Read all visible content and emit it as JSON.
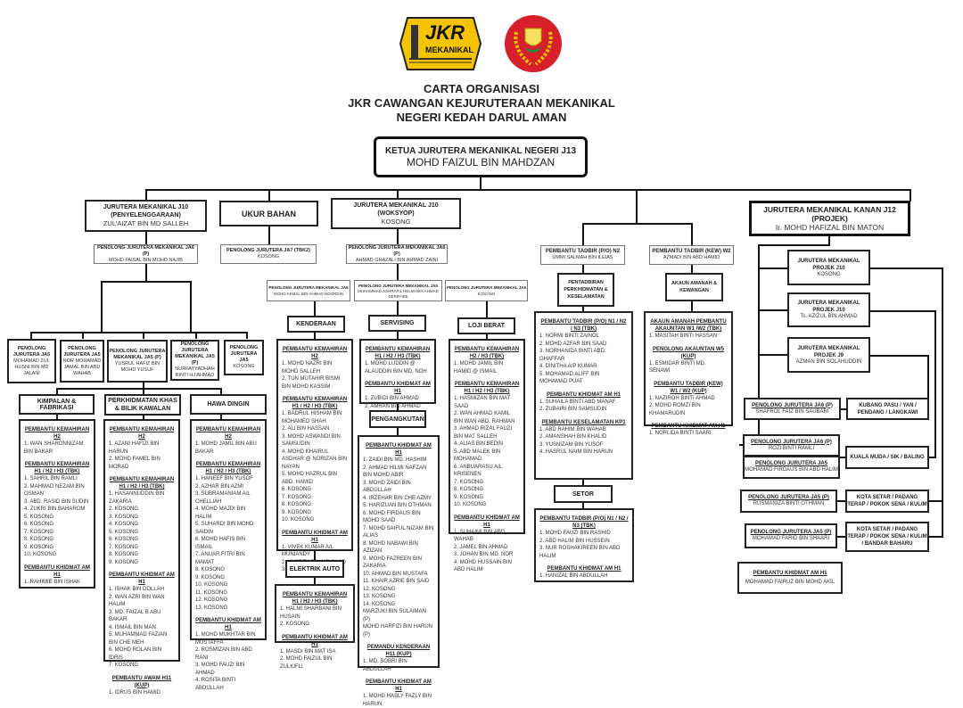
{
  "header": {
    "logo_jkr_text": "JKR",
    "logo_jkr_sub": "MEKANIKAL",
    "title_line1": "CARTA ORGANISASI",
    "title_line2": "JKR CAWANGAN KEJURUTERAAN MEKANIKAL",
    "title_line3": "NEGERI KEDAH DARUL AMAN"
  },
  "head": {
    "title": "KETUA JURUTERA MEKANIKAL NEGERI J13",
    "name": "MOHD FAIZUL BIN MAHDZAN"
  },
  "level2": {
    "penyelenggaraan": {
      "title1": "JURUTERA MEKANIKAL J10",
      "title2": "(PENYELENGGARAAN)",
      "name": "ZUL'AIZAT BIN MD SALLEH"
    },
    "ukur_bahan": {
      "title": "UKUR BAHAN"
    },
    "woksyop": {
      "title1": "JURUTERA MEKANIKAL J10",
      "title2": "(WOKSYOP)",
      "name": "KOSONG"
    },
    "projek": {
      "title1": "JURUTERA MEKANIKAL KANAN J12",
      "title2": "(PROJEK)",
      "name": "Ir. MOHD HAFIZAL BIN MATON"
    }
  },
  "pentadbiran": {
    "po": {
      "title": "PEMBANTU TADBIR (P/O) N2",
      "name": "UMMI SALMAH BIN ILEIAS"
    },
    "kew": {
      "title": "PEMBANTU TADBIR (KEW) W2",
      "name": "AZMADI BIN ABD HAMID"
    }
  },
  "penyelenggaraan_ja6": {
    "title": "PENOLONG JURUTERA MEKANIKAL JA6 (P)",
    "name": "MOHD FAISAL BIN MOHD NAJIB"
  },
  "ukur_ja7": {
    "title": "PENOLONG JURUTERA JA7 (TBK2)",
    "name": "KOSONG"
  },
  "woksyop_ja6": {
    "title": "PENOLONG JURUTERA MEKANIKAL JA6 (P)",
    "name": "AHMAD GHAZALI BIN AHMAD ZAINI"
  },
  "woksyop_ja5": [
    {
      "title": "PENOLONG JURUTERA MEKANIKAL JA5",
      "name": "MOHD AKMAL BIN AHMAD NOORDIN"
    },
    {
      "title": "PENOLONG JURUTERA MEKANIKAL JA5",
      "name": "MUHAMMAD ASHRAFIL HELMI BIN AHMAD DERIFAEE"
    },
    {
      "title": "PENOLONG JURUTERA MEKANIKAL JA5",
      "name": "KOSONG"
    }
  ],
  "ja5_row": [
    {
      "title": "PENOLONG JURUTERA JA5",
      "name": "MOHAMAD ZUL HUSNI BIN MD JALANI"
    },
    {
      "title": "PENOLONG JURUTERA JA5",
      "name": "NOR MOHAMAD JAMAL BIN ABD WAHAB"
    },
    {
      "title": "PENOLONG JURUTERA MEKANIKAL JA5 (P)",
      "name": "YUSRUL HAFIZ BIN MOHD YUSUF"
    },
    {
      "title": "PENOLONG JURUTERA MEKANIKAL JA5 (P)",
      "name": "NURFAYYADHAH BINTI HJ AHMAD"
    },
    {
      "title": "PENOLONG JURUTERA JA5",
      "name": "KOSONG"
    }
  ],
  "sections": {
    "kimpalan": "KIMPALAN & FABRIKASI",
    "perkhidmatan": "PERKHIDMATAN KHAS & BILIK KAWALAN",
    "hawa": "HAWA DINGIN",
    "kenderaan": "KENDERAAN",
    "servising": "SERVISING",
    "loji": "LOJI BERAT",
    "pengangkutan": "PENGANGKUTAN",
    "elektrik": "ELEKTRIK AUTO",
    "pentadbiran": "PENTADBIRAN PERKHIDMATAN & KESELAMATAN",
    "akaun": "AKAUN AMANAH & KEWANGAN",
    "setor": "SETOR"
  },
  "lists": {
    "kimpalan": [
      {
        "hd": "PEMBANTU KEMAHIRAN H2",
        "items": [
          "1. WAN SHARONNIZAM BIN BAKAR"
        ]
      },
      {
        "hd": "PEMBANTU KEMAHIRAN H1 / H2 / H3 (TBK)",
        "items": [
          "1. SAHRIL BIN RAMLI",
          "2. MAHMAD NEZAM BIN OSMAN",
          "3. ABD. RASID BIN SUDIN",
          "4. ZUKRI BIN BAHAROM",
          "5. KOSONG",
          "6. KOSONG",
          "7. KOSONG",
          "8. KOSONG",
          "9. KOSONG",
          "10. KOSONG"
        ]
      },
      {
        "hd": "PEMBANTU KHIDMAT AM H1",
        "items": [
          "1. RAHIMIE BIN ISHAK"
        ]
      }
    ],
    "perkhidmatan": [
      {
        "hd": "PEMBANTU KEMAHIRAN H2",
        "items": [
          "1. AZANI HAFIZI BIN HARUN",
          "2. MOHD FAMEL BIN MORAD"
        ]
      },
      {
        "hd": "PEMBANTU KEMAHIRAN H1 / H2 / H3 (TBK)",
        "items": [
          "1. HASANNUDDIN BIN ZAKARIA",
          "2. KOSONG",
          "3. KOSONG",
          "4. KOSONG",
          "5. KOSONG",
          "6. KOSONG",
          "7. KOSONG",
          "8. KOSONG",
          "9. KOSONG"
        ]
      },
      {
        "hd": "PEMBANTU KHIDMAT AM H1",
        "items": [
          "1. ISHAK BIN DOLLAH",
          "2. WAN AZRI BIN WAN HALIM",
          "3. MD. FAIZAL B ABU BAKAR",
          "4. ISMAIL BIN MAN",
          "5. MUHAMMAD FAZIAN BIN CHE MEH",
          "6. MOHD ROLAN BIN IDRIS",
          "7. KOSONG"
        ]
      },
      {
        "hd": "PEMBANTU AWAM H11 (KUP)",
        "items": [
          "1. IDRUS BIN HAMID"
        ]
      }
    ],
    "hawa": [
      {
        "hd": "PEMBANTU KEMAHIRAN H2",
        "items": [
          "1. MOHD JAMIL BIN ABU BAKAR"
        ]
      },
      {
        "hd": "PEMBANTU KEMAHIRAN H1 / H2 / H3 (TBK)",
        "items": [
          "1. HANEEF BIN YUSOF",
          "2. AZHAR BIN AZMI",
          "3. SUBRAMANIAM A/L CHELLIAH",
          "4. MOHD MAJDI BIN HALIM",
          "5. SUHARDI BIN MOHD SAIDIN",
          "6. MOHD HAFIS BIN ISMAIL",
          "7. ANUAR FITRI BIN MAMAT",
          "8. KOSONG",
          "9. KOSONG",
          "10. KOSONG",
          "11. KOSONG",
          "12. KOSONG",
          "13. KOSONG"
        ]
      },
      {
        "hd": "PEMBANTU KHIDMAT AM H1",
        "items": [
          "1. MOHD MUKHTAR BIN MUSTAFFA",
          "2. ROSMIZAN BIN ABD RANI",
          "3. MOHD FAUZI BIN AHMAD",
          "4. ROSITA BINTI ABDULLAH"
        ]
      }
    ],
    "kenderaan": [
      {
        "hd": "PEMBANTU KEMAHIRAN H2",
        "items": [
          "1. MOHD NAZRI BIN MOHD SALLEH",
          "2. TUN MUTAHIR BISMI BIN MOHD KASSIM"
        ]
      },
      {
        "hd": "PEMBANTU KEMAHIRAN H1 / H2 / H3 (TBK)",
        "items": [
          "1. BADRUL HISHAM BIN MOHAMED SHAH",
          "2. ALI BIN HASSAN",
          "3. MOHD ASWANDI BIN SAMSUDIN",
          "4. MOHD KHAIRUL ASDHAR @ NORIZAN BIN NAYAN",
          "5. MOHD HAZRUL BIN ABD. HAMID",
          "6. KOSONG",
          "7. KOSONG",
          "8. KOSONG",
          "9. KOSONG",
          "10. KOSONG"
        ]
      },
      {
        "hd": "PEMBANTU KHIDMAT AM H1",
        "items": [
          "1. VIVEK KUMAR A/L MUNIANDY",
          "2. YUSREY BIN MD SAAD",
          "3. KOSONG"
        ]
      }
    ],
    "elektrik": [
      {
        "hd": "PEMBANTU KEMAHIRAN H1 / H2 / H3 (TBK)",
        "items": [
          "1. HALMI SHARBANI BIN HUSAIN",
          "2. KOSONG"
        ]
      },
      {
        "hd": "PEMBANTU KHIDMAT AM H1",
        "items": [
          "1. MASDI BIN MAT ISA",
          "2. MOHD FAIZUL BIN ZULKIFLI"
        ]
      }
    ],
    "servising": [
      {
        "hd": "PEMBANTU KEMAHIRAN H1 / H2 / H3 (TBK)",
        "items": [
          "1. MOHD LUDDIN @ ALAUDDIN BIN MD. NOH"
        ]
      },
      {
        "hd": "PEMBANTU KHIDMAT AM H1",
        "items": [
          "1. ZUBIDI BIN AHMAD",
          "2. AMRAN BIN AHMAD"
        ]
      }
    ],
    "pengangkutan": [
      {
        "hd": "PEMBANTU KHIDMAT AM H1",
        "items": [
          "1. ZAIDI BIN MD. HASHIM",
          "2. AHMAD HILMI NAFZAN BIN MOHD ABIR",
          "3. MOHD ZAIDI BIN ABDULLAH",
          "4. IRZEHAR BIN CHE AZMY",
          "5. HARIZUAN BIN OTHMAN",
          "6. MOHD FIRDAUS BIN MOHD SAAD",
          "7. MOHD SAIFUL NIZAM BIN ALIAS",
          "8. MOHD NABAWI BIN AZIZAN",
          "9. MOHD FAZREEN BIN ZAKARIA",
          "10. AHMAD BIN MUSTAFA",
          "11. KHAIR AZRIE BIN SAID",
          "12. KOSONG",
          "13. KOSONG",
          "14. KOSONG",
          "MARZUKI BIN SULAIMAN (P)",
          "MOHD HARFIZI BIN HARUN (P)"
        ]
      },
      {
        "hd": "PEMANDU KENDERAAN H11 (KUP)",
        "items": [
          "1. MD. SOBRI BIN ABDULLAH"
        ]
      },
      {
        "hd": "PEMBANTU KHIDMAT AM H1",
        "items": [
          "1. MOHD HASLY FAZLY BIN HARUN"
        ]
      }
    ],
    "loji": [
      {
        "hd": "PEMBANTU KEMAHIRAN H2 / H3 (TBK)",
        "items": [
          "1. MOHD JAMIL BIN HAMID @ ISMAIL"
        ]
      },
      {
        "hd": "PEMBANTU KEMAHIRAN H1 / H2 / H3 (TBK)",
        "items": [
          "1. HASMIZAN BIN MAT SAAD",
          "2. WAN AHMAD KAMIL BIN WAN ABD. RAHMAN",
          "3. AHMAD RIZAL FAUZI BIN MAT SALLEH",
          "4. ALIAS BIN BEDIN",
          "5. ABD MALEK BIN MOHAMAD",
          "6. ANBUARASU A/L KRISENEN",
          "7. KOSONG",
          "8. KOSONG",
          "9. KOSONG",
          "10. KOSONG"
        ]
      },
      {
        "hd": "PEMBANTU KHIDMAT AM H1",
        "items": [
          "1. SUHAIMI BIN ABD WAHAB",
          "2. JAMEL BIN AHMAD",
          "3. JOHAN BIN MD. NOR",
          "4. MOHD HUSSAIN BIN ABD HALIM"
        ]
      }
    ],
    "pentadbiran": [
      {
        "hd": "PEMBANTU TADBIR (P/O) N1 / N2 / N3 (TBK)",
        "items": [
          "1. NORMI BINTI ZAINOL",
          "2. MOHD AZFAR BIN SAAD",
          "3. NORHANIDA BINTI ABD. GHAFFAR",
          "4. DINITHA A/P KUMAR",
          "5. MOHAMAD ALIFF BIN MOHAMAD PUAT"
        ]
      },
      {
        "hd": "PEMBANTU KHIDMAT AM H1",
        "items": [
          "1. SUHAILA BINTI ABD MANAF",
          "2. ZUBAIRI BIN SAMSUDIN"
        ]
      },
      {
        "hd": "PEMBANTU KESELAMATAN KP1",
        "items": [
          "1. ABD RAHIM BIN WAHAB",
          "2. AMANSHAH BIN KHALID",
          "3. YUSNIZAM BIN YUSOF",
          "4. HASRUL NAIM BIN HARUN"
        ]
      }
    ],
    "akaun": [
      {
        "hd": "AKAUN AMANAH PEMBANTU AKAUNTAN W1 /W2 (TBK)",
        "items": [
          "1. MASITAH BINTI HASSAN"
        ]
      },
      {
        "hd": "PENOLONG AKAUNTAN W5 (KUP)",
        "items": [
          "1. ESMIDAR BINTI MD. SENAWI"
        ]
      },
      {
        "hd": "PEMBANTU TADBIR (KEW) W1 / W2 (KUP)",
        "items": [
          "1. NAZIROH BINTI AHMAD",
          "2. MOHD ROMZI BIN KHAMARUDIN"
        ]
      },
      {
        "hd": "PEMBANTU KHIDMAT AM H1",
        "items": [
          "1. NORLIDA BINTI SAARI"
        ]
      }
    ],
    "setor": [
      {
        "hd": "PEMBANTU TADBIR (P/O) N1 / N2 / N3 (TBK)",
        "items": [
          "1. MOHD FAUZI BIN RASHID",
          "2. ABD HALIM BIN HUSSEIN",
          "3. NUR ROSHAKIREEN BIN ABD HALIM"
        ]
      },
      {
        "hd": "PEMBANTU KHIDMAT AM H1",
        "items": [
          "1. HANIZAL BIN ABDULLAH"
        ]
      }
    ]
  },
  "projek_j10_j9": [
    {
      "title": "JURUTERA MEKANIKAL PROJEK J10",
      "name": "KOSONG"
    },
    {
      "title": "JURUTERA MEKANIKAL PROJEK J10",
      "name": "Ts. AZIZUL BIN AHMAD"
    },
    {
      "title": "JURUTERA MEKANIKAL PROJEK J9",
      "name": "AZMAN BIN SOLAHUDDIN"
    }
  ],
  "projek_zones": [
    {
      "staff": [
        {
          "title": "PENOLONG JURUTERA JA6 (P)",
          "name": "SHAFROL FAIZ BIN SAUBARI"
        }
      ],
      "zone": "KUBANG PASU / YAN / PENDANG / LANGKAWI"
    },
    {
      "staff": [
        {
          "title": "PENOLONG JURUTERA JA6 (P)",
          "name": "ROZI BINTI RAMLI"
        },
        {
          "title": "PENOLONG JURUTERA JA5",
          "name": "MOHAMAD FIRDAUS BIN ABD HALIM"
        }
      ],
      "zone": "KUALA MUDA / SIK / BALING"
    },
    {
      "staff": [
        {
          "title": "PENOLONG JURUTERA JA5 (P)",
          "name": "RUSMANIZA BINTI OTHMAN"
        }
      ],
      "zone": "KOTA SETAR / PADANG TERAP / POKOK SENA / KULIM"
    },
    {
      "staff": [
        {
          "title": "PENOLONG JURUTERA JA5 (P)",
          "name": "MOHAMAD FARID BIN SHAARI"
        }
      ],
      "zone": "KOTA SETAR / PADANG TERAP / POKOK SENA / KULIM / BANDAR BAHARU"
    }
  ],
  "projek_khidmat": {
    "title": "PEMBANTU KHIDMAT AM H1",
    "name": "MOHAMAD FAIRUZ BIN MOHD AKIL"
  },
  "colors": {
    "jkr_yellow": "#f5c400",
    "kedah_red": "#d8202a",
    "kedah_green": "#1e8a3a",
    "line": "#111111"
  }
}
